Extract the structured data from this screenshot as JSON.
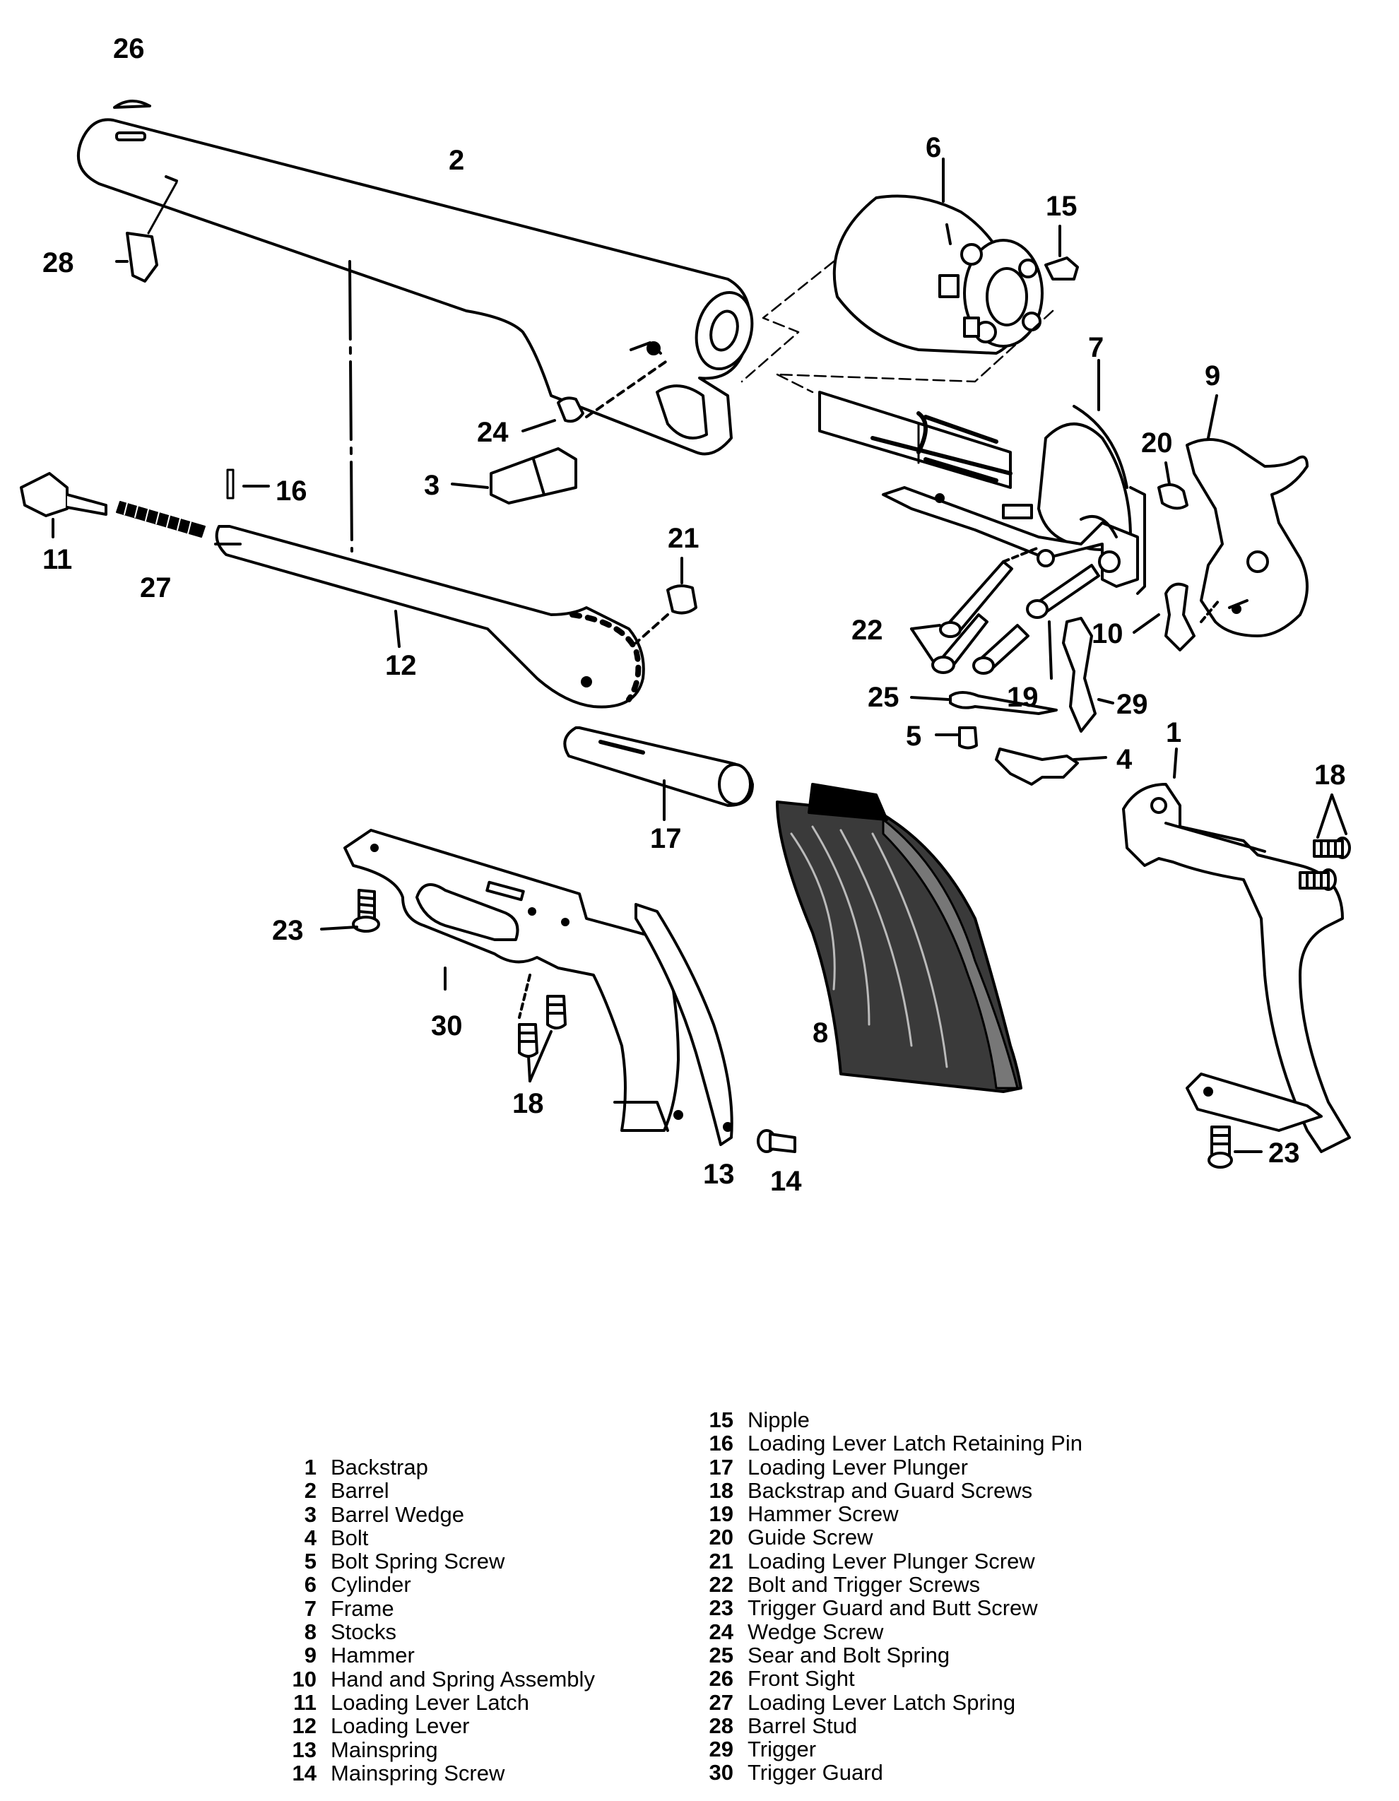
{
  "parts": [
    {
      "num": "1",
      "name": "Backstrap"
    },
    {
      "num": "2",
      "name": "Barrel"
    },
    {
      "num": "3",
      "name": "Barrel Wedge"
    },
    {
      "num": "4",
      "name": "Bolt"
    },
    {
      "num": "5",
      "name": "Bolt Spring Screw"
    },
    {
      "num": "6",
      "name": "Cylinder"
    },
    {
      "num": "7",
      "name": "Frame"
    },
    {
      "num": "8",
      "name": "Stocks"
    },
    {
      "num": "9",
      "name": "Hammer"
    },
    {
      "num": "10",
      "name": "Hand and Spring Assembly"
    },
    {
      "num": "11",
      "name": "Loading Lever Latch"
    },
    {
      "num": "12",
      "name": "Loading Lever"
    },
    {
      "num": "13",
      "name": "Mainspring"
    },
    {
      "num": "14",
      "name": "Mainspring Screw"
    },
    {
      "num": "15",
      "name": "Nipple"
    },
    {
      "num": "16",
      "name": "Loading Lever Latch Retaining Pin"
    },
    {
      "num": "17",
      "name": "Loading Lever Plunger"
    },
    {
      "num": "18",
      "name": "Backstrap and Guard Screws"
    },
    {
      "num": "19",
      "name": "Hammer Screw"
    },
    {
      "num": "20",
      "name": "Guide Screw"
    },
    {
      "num": "21",
      "name": "Loading Lever Plunger Screw"
    },
    {
      "num": "22",
      "name": "Bolt and Trigger Screws"
    },
    {
      "num": "23",
      "name": "Trigger Guard and Butt Screw"
    },
    {
      "num": "24",
      "name": "Wedge Screw"
    },
    {
      "num": "25",
      "name": "Sear and Bolt Spring"
    },
    {
      "num": "26",
      "name": "Front Sight"
    },
    {
      "num": "27",
      "name": "Loading Lever Latch Spring"
    },
    {
      "num": "28",
      "name": "Barrel Stud"
    },
    {
      "num": "29",
      "name": "Trigger"
    },
    {
      "num": "30",
      "name": "Trigger Guard"
    }
  ],
  "callouts": {
    "c1": "1",
    "c2": "2",
    "c3": "3",
    "c4": "4",
    "c5": "5",
    "c6": "6",
    "c7": "7",
    "c8": "8",
    "c9": "9",
    "c10": "10",
    "c11": "11",
    "c12": "12",
    "c13": "13",
    "c14": "14",
    "c15": "15",
    "c16": "16",
    "c17": "17",
    "c18a": "18",
    "c18b": "18",
    "c19": "19",
    "c20": "20",
    "c21": "21",
    "c22": "22",
    "c23a": "23",
    "c23b": "23",
    "c24": "24",
    "c25": "25",
    "c26": "26",
    "c27": "27",
    "c28": "28",
    "c29": "29",
    "c30": "30"
  },
  "colors": {
    "ink": "#000000",
    "paper": "#ffffff",
    "wood": "#3a3a3a"
  }
}
